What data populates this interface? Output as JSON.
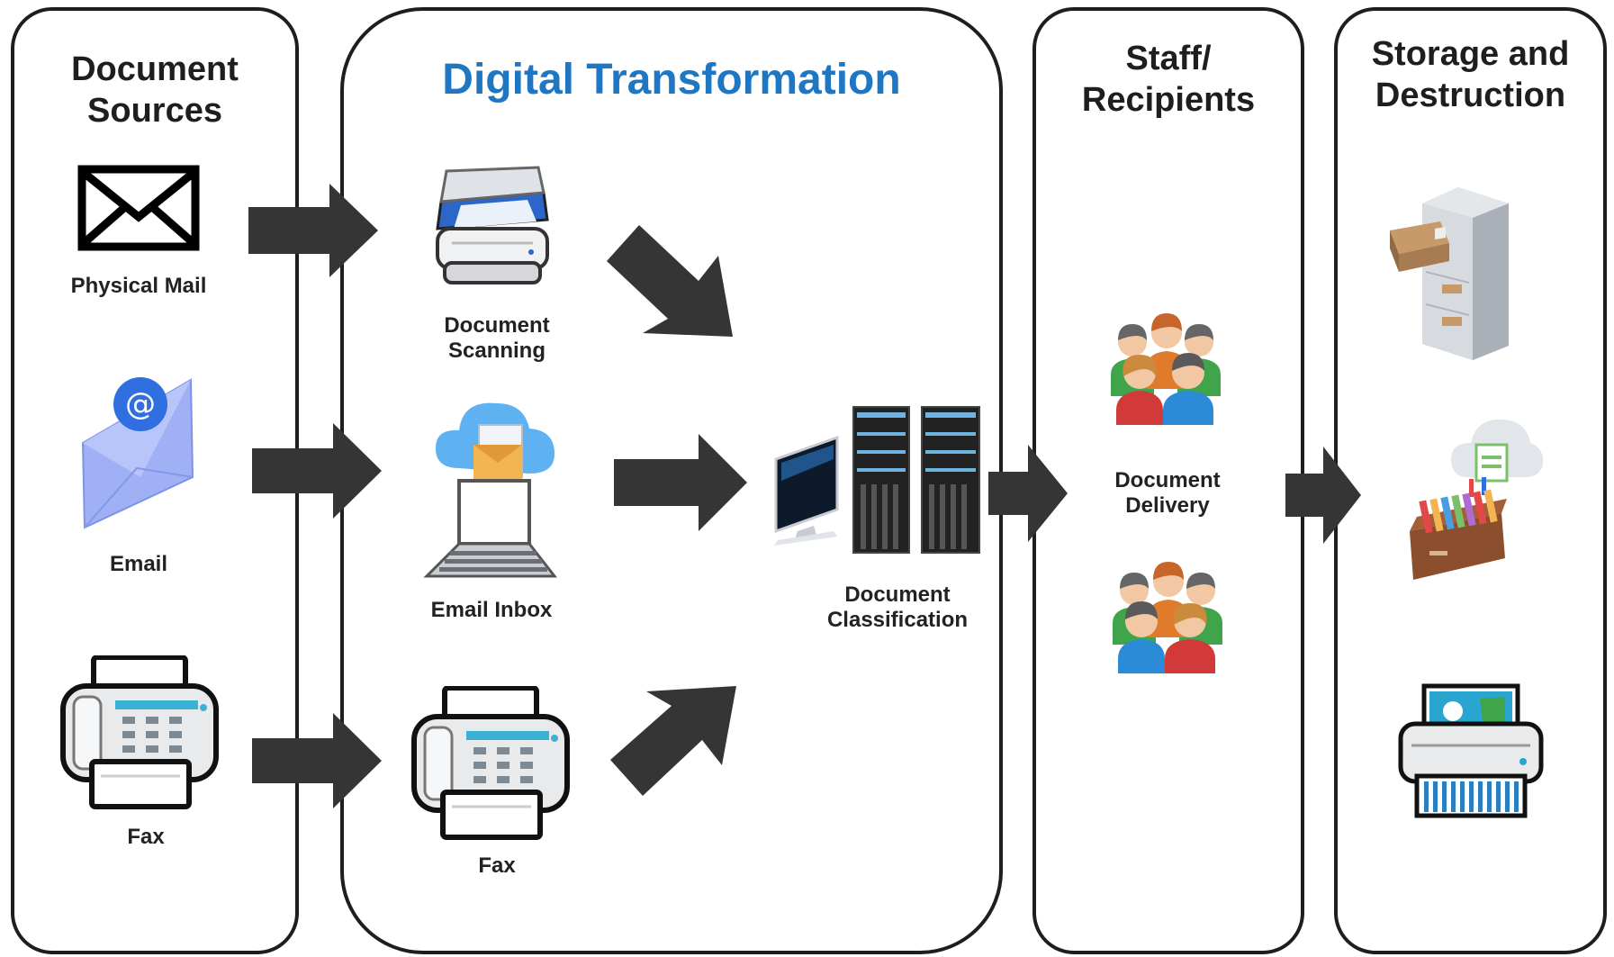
{
  "panels": {
    "sources": {
      "title_line1": "Document",
      "title_line2": "Sources"
    },
    "digital": {
      "title": "Digital Transformation"
    },
    "staff": {
      "title_line1": "Staff/",
      "title_line2": "Recipients"
    },
    "storage": {
      "title_line1": "Storage and",
      "title_line2": "Destruction"
    }
  },
  "sources": {
    "physical_mail": "Physical Mail",
    "email": "Email",
    "fax": "Fax"
  },
  "digital": {
    "scanning_line1": "Document",
    "scanning_line2": "Scanning",
    "email_inbox": "Email Inbox",
    "fax": "Fax",
    "classification_line1": "Document",
    "classification_line2": "Classification"
  },
  "staff": {
    "delivery_line1": "Document",
    "delivery_line2": "Delivery"
  },
  "colors": {
    "border": "#1e1e1e",
    "arrow": "#353535",
    "title_accent": "#1f77c4"
  },
  "icons": {
    "physical_mail": "envelope-icon",
    "email": "email-envelope-icon",
    "fax": "fax-machine-icon",
    "scanner": "scanner-icon",
    "email_inbox": "cloud-laptop-icon",
    "classification": "server-computer-icon",
    "people": "people-group-icon",
    "cabinet": "filing-cabinet-icon",
    "archive": "cloud-archive-drawer-icon",
    "shredder": "shredder-icon"
  }
}
